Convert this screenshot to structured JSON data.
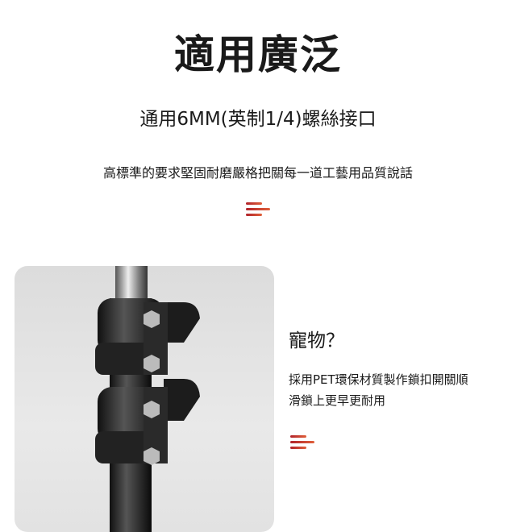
{
  "header": {
    "title": "適用廣泛",
    "subtitle": "通用6MM(英制1/4)螺絲接口",
    "description": "高標準的要求堅固耐磨嚴格把關每一道工藝用品質說話"
  },
  "feature": {
    "title": "寵物？",
    "lines": [
      "採用PET環保材質製作鎖扣開關順",
      "滑鎖上更早更耐用"
    ]
  },
  "colors": {
    "accent_start": "#b0222a",
    "accent_end": "#e0603a",
    "panel": "#e2e2e2"
  }
}
